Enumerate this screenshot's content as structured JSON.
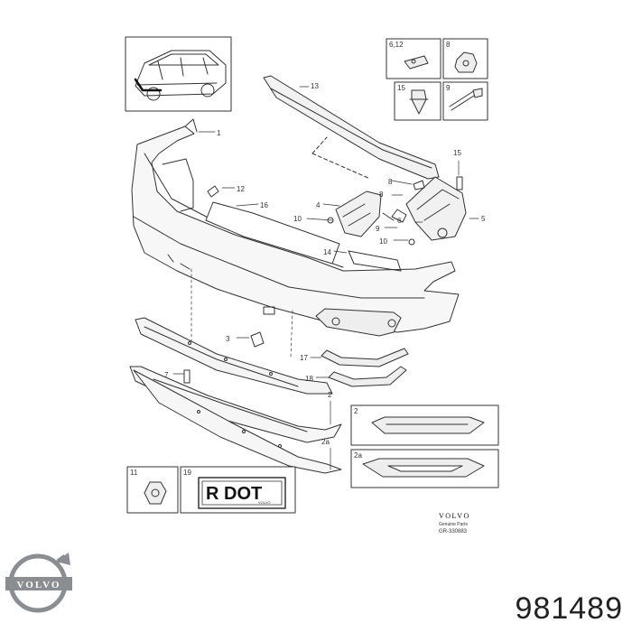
{
  "callouts": {
    "c1": "1",
    "c2": "2",
    "c2a": "2a",
    "c3": "3",
    "c4": "4",
    "c5": "5",
    "c6": "6",
    "c7": "7",
    "c8": "8",
    "c9": "9",
    "c10a": "10",
    "c10b": "10",
    "c12": "12",
    "c13": "13",
    "c14": "14",
    "c15": "15",
    "c16": "16",
    "c17": "17",
    "c18": "18"
  },
  "detail_boxes": {
    "box_6_12": "6,12",
    "box_8": "8",
    "box_15": "15",
    "box_9": "9",
    "box_2": "2",
    "box_2a": "2a",
    "box_11": "11",
    "box_19": "19"
  },
  "label_sticker": {
    "text": "R DOT",
    "brand": "VOLVO"
  },
  "credit": {
    "brand": "VOLVO",
    "line1": "Genuine Parts",
    "line2": "GR-330883"
  },
  "logo": {
    "text": "VOLVO",
    "color": "#8a8d91"
  },
  "part_number": "981489"
}
